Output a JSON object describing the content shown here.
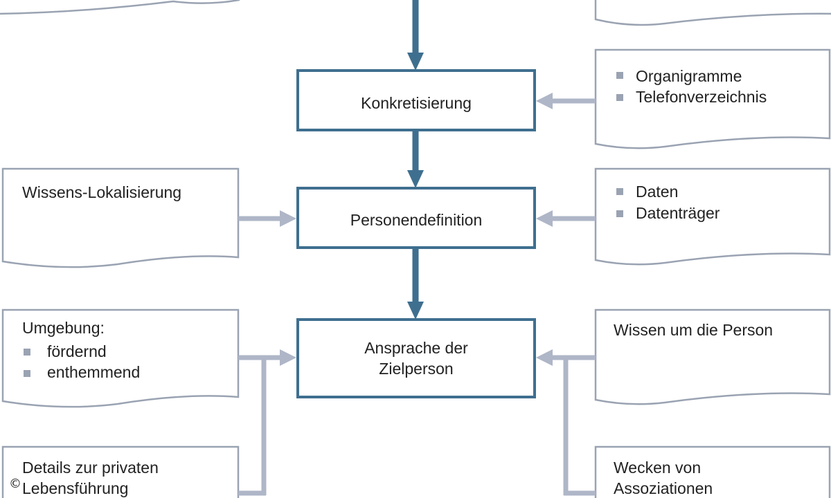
{
  "steps": {
    "konkretisierung": "Konkretisierung",
    "personendefinition": "Personendefinition",
    "ansprache_line1": "Ansprache der",
    "ansprache_line2": "Zielperson"
  },
  "docs": {
    "organigramme": [
      "Organigramme",
      "Telefonverzeichnis"
    ],
    "wissens_lokalisierung": "Wissens-Lokalisierung",
    "daten": [
      "Daten",
      "Datenträger"
    ],
    "umgebung": {
      "heading": "Umgebung:",
      "items": [
        "fördernd",
        "enthemmend"
      ]
    },
    "wissen_person": "Wissen um die Person",
    "details_line1": "Details zur privaten",
    "details_line2": "Lebensführung",
    "wecken_line1": "Wecken von",
    "wecken_line2": "Assoziationen"
  },
  "copyright_symbol": "©",
  "colors": {
    "process_border": "#3f6f8f",
    "document_border": "#9aa3b2",
    "input_arrow": "#aeb6c7",
    "main_arrow": "#3f6f8f"
  }
}
